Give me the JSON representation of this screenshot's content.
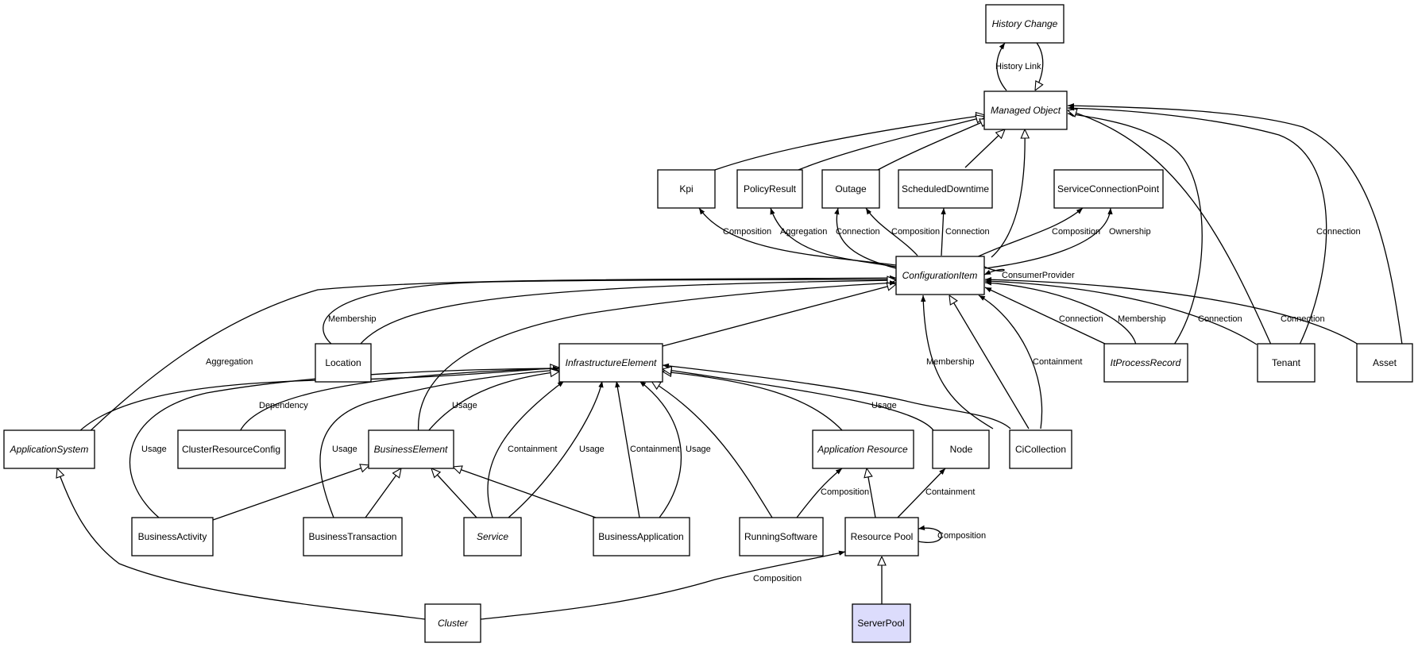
{
  "nodes": [
    {
      "id": "history-change",
      "label": "History Change",
      "italic": true
    },
    {
      "id": "managed-object",
      "label": "Managed Object",
      "italic": true
    },
    {
      "id": "kpi",
      "label": "Kpi",
      "italic": false
    },
    {
      "id": "policy-result",
      "label": "PolicyResult",
      "italic": false
    },
    {
      "id": "outage",
      "label": "Outage",
      "italic": false
    },
    {
      "id": "scheduled-downtime",
      "label": "ScheduledDowntime",
      "italic": false
    },
    {
      "id": "service-connection-point",
      "label": "ServiceConnectionPoint",
      "italic": false
    },
    {
      "id": "configuration-item",
      "label": "ConfigurationItem",
      "italic": true
    },
    {
      "id": "location",
      "label": "Location",
      "italic": false
    },
    {
      "id": "infrastructure-element",
      "label": "InfrastructureElement",
      "italic": true
    },
    {
      "id": "it-process-record",
      "label": "ItProcessRecord",
      "italic": true
    },
    {
      "id": "tenant",
      "label": "Tenant",
      "italic": false
    },
    {
      "id": "asset",
      "label": "Asset",
      "italic": false
    },
    {
      "id": "application-system",
      "label": "ApplicationSystem",
      "italic": true
    },
    {
      "id": "cluster-resource-config",
      "label": "ClusterResourceConfig",
      "italic": false
    },
    {
      "id": "business-element",
      "label": "BusinessElement",
      "italic": true
    },
    {
      "id": "application-resource",
      "label": "Application Resource",
      "italic": true
    },
    {
      "id": "node",
      "label": "Node",
      "italic": false
    },
    {
      "id": "ci-collection",
      "label": "CiCollection",
      "italic": false
    },
    {
      "id": "business-activity",
      "label": "BusinessActivity",
      "italic": false
    },
    {
      "id": "business-transaction",
      "label": "BusinessTransaction",
      "italic": false
    },
    {
      "id": "service",
      "label": "Service",
      "italic": true
    },
    {
      "id": "business-application",
      "label": "BusinessApplication",
      "italic": false
    },
    {
      "id": "running-software",
      "label": "RunningSoftware",
      "italic": false
    },
    {
      "id": "resource-pool",
      "label": "Resource Pool",
      "italic": false
    },
    {
      "id": "cluster",
      "label": "Cluster",
      "italic": true
    },
    {
      "id": "server-pool",
      "label": "ServerPool",
      "italic": false,
      "highlight": "#dcdcfc"
    }
  ],
  "edge_labels": [
    "History Link",
    "Composition",
    "Aggregation",
    "Connection",
    "Composition",
    "Connection",
    "Composition",
    "Ownership",
    "Connection",
    "ConsumerProvider",
    "Membership",
    "Aggregation",
    "Connection",
    "Membership",
    "Connection",
    "Connection",
    "Membership",
    "Containment",
    "Dependency",
    "Usage",
    "Usage",
    "Usage",
    "Containment",
    "Usage",
    "Containment",
    "Usage",
    "Usage",
    "Composition",
    "Containment",
    "Composition",
    "Composition"
  ],
  "colors": {
    "stroke": "#000000",
    "box_fill": "#ffffff",
    "highlight_fill": "#dcdcfc",
    "background": "#ffffff"
  }
}
